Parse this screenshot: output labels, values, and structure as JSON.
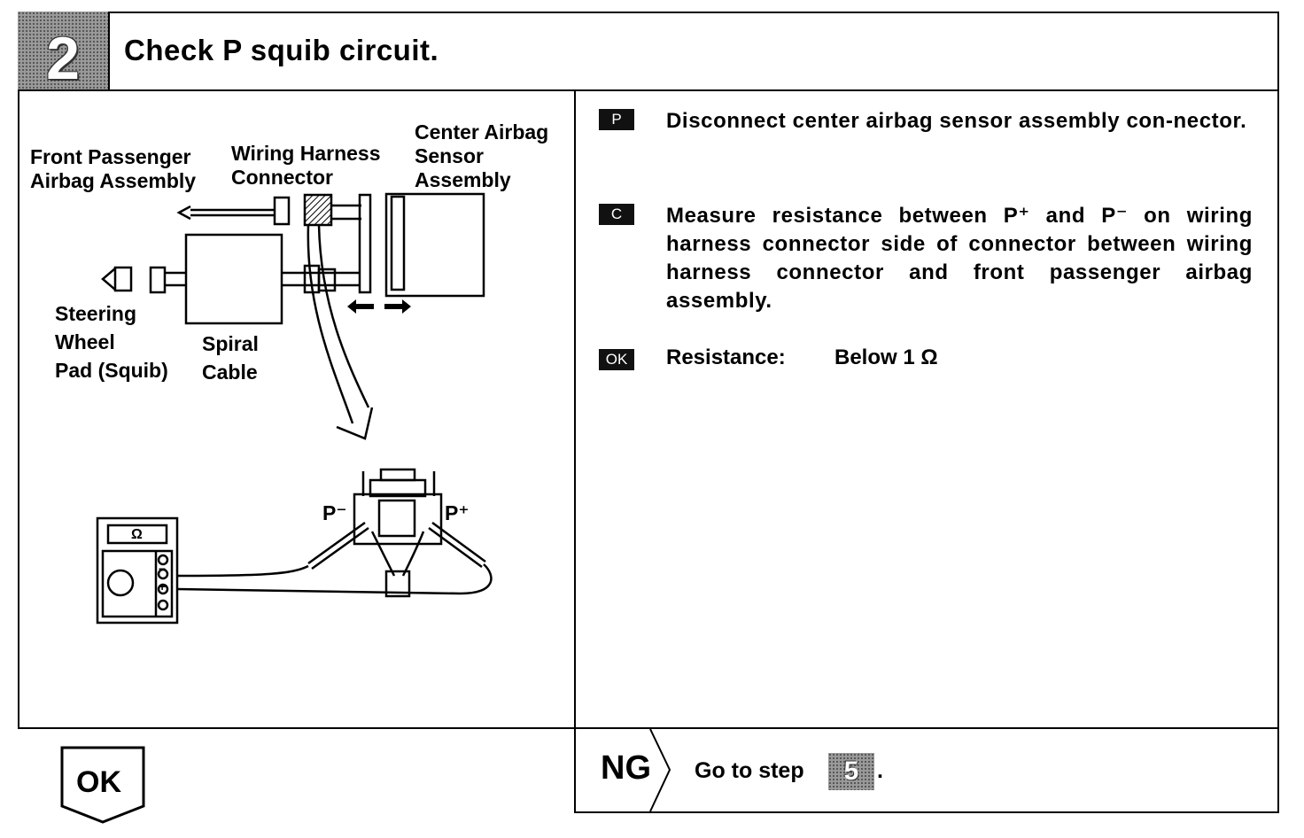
{
  "step": {
    "number": "2",
    "title": "Check P squib circuit."
  },
  "diagram": {
    "labels": {
      "front_passenger": "Front Passenger\nAirbag Assembly",
      "wiring_harness": "Wiring Harness\nConnector",
      "center_airbag": "Center Airbag\nSensor\nAssembly",
      "steering_wheel": "Steering\nWheel\nPad (Squib)",
      "spiral_cable": "Spiral\nCable",
      "p_minus": "P⁻",
      "p_plus": "P⁺",
      "ohm_symbol": "Ω",
      "meter_minus": "−",
      "meter_plus": "+"
    }
  },
  "instructions": [
    {
      "tag": "P",
      "text": "Disconnect center airbag sensor assembly con-nector."
    },
    {
      "tag": "C",
      "text": "Measure resistance between P⁺ and P⁻ on wiring harness connector side of connector between wiring harness connector and front passenger airbag assembly."
    }
  ],
  "spec": {
    "tag": "OK",
    "label": "Resistance:",
    "value": "Below 1 Ω"
  },
  "ng": {
    "label": "NG",
    "text": "Go to step",
    "step_ref": "5",
    "suffix": "."
  },
  "ok": {
    "label": "OK"
  }
}
